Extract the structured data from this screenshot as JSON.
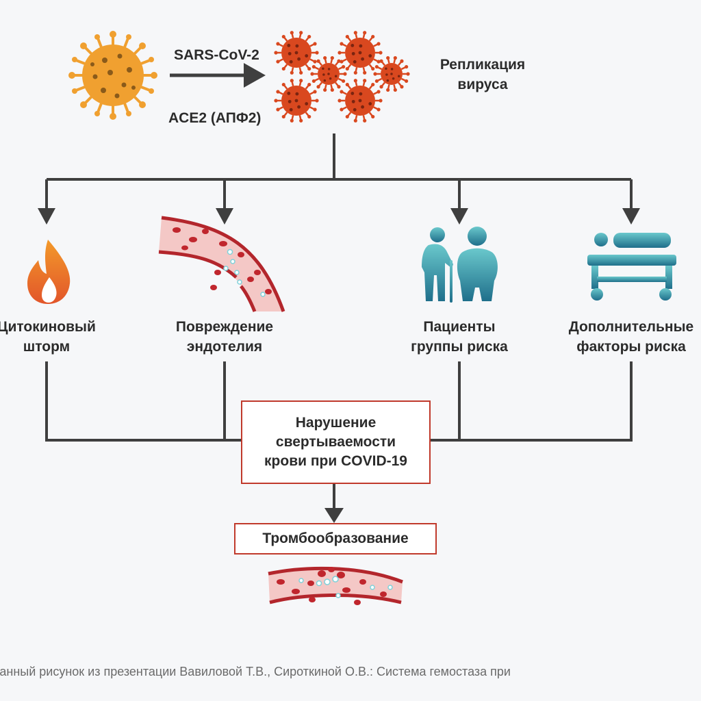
{
  "top": {
    "arrow_top_label": "SARS-CoV-2",
    "arrow_bottom_label": "ACE2 (АПФ2)",
    "replication": [
      "Репликация",
      "вируса"
    ]
  },
  "causes": [
    {
      "lines": [
        "Цитокиновый",
        "шторм"
      ],
      "icon": "flame-icon"
    },
    {
      "lines": [
        "Повреждение",
        "эндотелия"
      ],
      "icon": "damaged-vessel-icon"
    },
    {
      "lines": [
        "Пациенты",
        "группы риска"
      ],
      "icon": "elderly-people-icon"
    },
    {
      "lines": [
        "Дополнительные",
        "факторы риска"
      ],
      "icon": "hospital-bed-icon"
    }
  ],
  "center_box": [
    "Нарушение",
    "свертываемости",
    "крови при COVID-19"
  ],
  "result_box": "Тромбообразование",
  "footer": "ованный рисунок из презентации Вавиловой Т.В., Сироткиной О.В.: Система гемостаза при",
  "colors": {
    "line": "#3f3f3f",
    "virus_orange": "#f0a030",
    "virus_red": "#d9481f",
    "box_border": "#c0392b",
    "teal": "#2e8a9b",
    "blood_red": "#c0262d",
    "vessel_pink": "#f4c8c6"
  }
}
